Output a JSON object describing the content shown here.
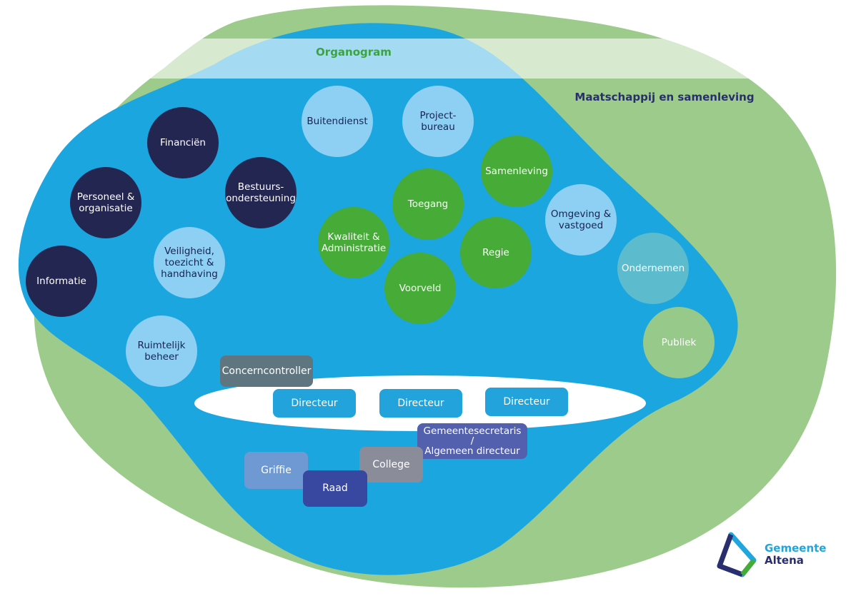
{
  "titles": {
    "organogram": "Organogram",
    "maatschappij": "Maatschappij en samenleving"
  },
  "colors": {
    "outer_green": "#9ccb8b",
    "inner_blue": "#1ca6e0",
    "band": "#dcedd6"
  },
  "circles": [
    {
      "id": "financien",
      "label": "Financiën",
      "style": "dark"
    },
    {
      "id": "personeel",
      "label": "Personeel &\norganisatie",
      "style": "dark"
    },
    {
      "id": "bestuurs",
      "label": "Bestuurs-\nondersteuning",
      "style": "dark"
    },
    {
      "id": "informatie",
      "label": "Informatie",
      "style": "dark"
    },
    {
      "id": "veiligheid",
      "label": "Veiligheid,\ntoezicht &\nhandhaving",
      "style": "light"
    },
    {
      "id": "ruimtelijk",
      "label": "Ruimtelijk\nbeheer",
      "style": "light"
    },
    {
      "id": "buitendienst",
      "label": "Buitendienst",
      "style": "light"
    },
    {
      "id": "projectbureau",
      "label": "Project-\nbureau",
      "style": "light"
    },
    {
      "id": "samenleving",
      "label": "Samenleving",
      "style": "green"
    },
    {
      "id": "toegang",
      "label": "Toegang",
      "style": "green"
    },
    {
      "id": "kwaliteit",
      "label": "Kwaliteit &\nAdministratie",
      "style": "green"
    },
    {
      "id": "regie",
      "label": "Regie",
      "style": "green"
    },
    {
      "id": "voorveld",
      "label": "Voorveld",
      "style": "green"
    },
    {
      "id": "omgeving",
      "label": "Omgeving &\nvastgoed",
      "style": "light"
    },
    {
      "id": "ondernemen",
      "label": "Ondernemen",
      "style": "teal"
    },
    {
      "id": "publiek",
      "label": "Publiek",
      "style": "pale"
    }
  ],
  "boxes": {
    "concerncontroller": "Concerncontroller",
    "directeur_1": "Directeur",
    "directeur_2": "Directeur",
    "directeur_3": "Directeur",
    "secretaris": "Gemeentesecretaris\n/\nAlgemeen directeur",
    "college": "College",
    "griffie": "Griffie",
    "raad": "Raad"
  },
  "logo": {
    "line1": "Gemeente",
    "line2": "Altena"
  }
}
